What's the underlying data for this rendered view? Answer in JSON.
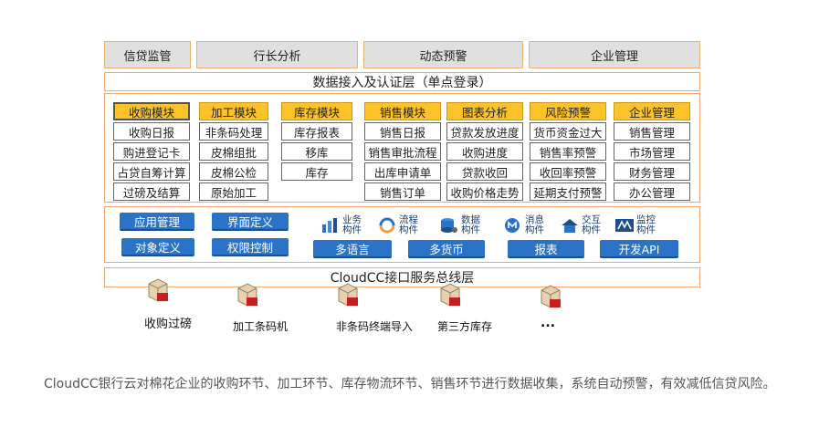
{
  "top_row": [
    "信贷监管",
    "行长分析",
    "动态预警",
    "企业管理"
  ],
  "access_layer": "数据接入及认证层（单点登录）",
  "modules": [
    {
      "header": "收购模块",
      "items": [
        "收购日报",
        "购进登记卡",
        "占贷自筹计算",
        "过磅及结算"
      ]
    },
    {
      "header": "加工模块",
      "items": [
        "非条码处理",
        "皮棉组批",
        "皮棉公检",
        "原始加工"
      ]
    },
    {
      "header": "库存模块",
      "items": [
        "库存报表",
        "移库",
        "库存"
      ]
    },
    {
      "header": "销售模块",
      "items": [
        "销售日报",
        "销售审批流程",
        "出库申请单",
        "销售订单"
      ]
    },
    {
      "header": "图表分析",
      "items": [
        "贷款发放进度",
        "收购进度",
        "贷款收回",
        "收购价格走势"
      ]
    },
    {
      "header": "风险预警",
      "items": [
        "货币资金过大",
        "销售率预警",
        "收回率预警",
        "延期支付预警"
      ]
    },
    {
      "header": "企业管理",
      "items": [
        "销售管理",
        "市场管理",
        "财务管理",
        "办公管理"
      ]
    }
  ],
  "platform": {
    "left_buttons": [
      "应用管理",
      "界面定义",
      "对象定义",
      "权限控制"
    ],
    "components": [
      {
        "icon": "business-component-icon",
        "label": "业务构件"
      },
      {
        "icon": "workflow-component-icon",
        "label": "流程构件"
      },
      {
        "icon": "data-component-icon",
        "label": "数据构件"
      },
      {
        "icon": "message-component-icon",
        "label": "消息构件"
      },
      {
        "icon": "interaction-component-icon",
        "label": "交互构件"
      },
      {
        "icon": "monitor-component-icon",
        "label": "监控构件"
      }
    ],
    "bottom_buttons": [
      "多语言",
      "多货币",
      "报表",
      "开发API"
    ]
  },
  "bus_layer": "CloudCC接口服务总线层",
  "endpoints": [
    "收购过磅",
    "加工条码机",
    "非条码终端导入",
    "第三方库存",
    "..."
  ],
  "caption": "CloudCC银行云对棉花企业的收购环节、加工环节、库存物流环节、销售环节进行数据收集，系统自动预警，有效减低信贷风险。",
  "colors": {
    "module_header": "#fbc22a",
    "button": "#2a73c6",
    "border": "#f0a870"
  }
}
